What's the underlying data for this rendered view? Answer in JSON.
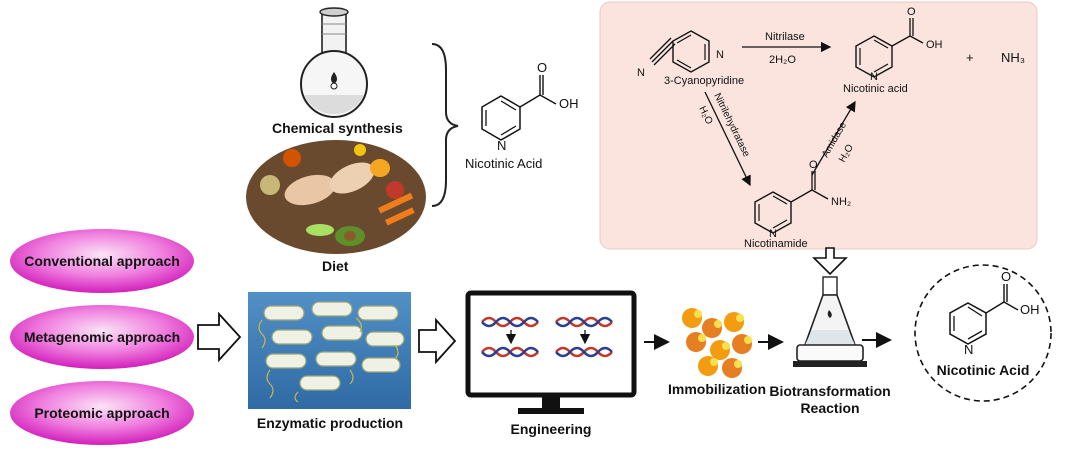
{
  "sources": {
    "chemical_synthesis": "Chemical synthesis",
    "diet": "Diet",
    "product": "Nicotinic Acid",
    "oh": "OH",
    "ring_n": "N"
  },
  "reaction_box": {
    "substrate": "3-Cyanopyridine",
    "nitrile_n": "N",
    "nitrilase": "Nitrilase",
    "nitrilase_cond": "2H₂O",
    "acid": "Nicotinic acid",
    "acid_oh": "OH",
    "plus": "+",
    "ammonia": "NH₃",
    "nitrile_hydratase": "Nitrilehydratase",
    "nh_cond": "H₂O",
    "amidase": "Amidase",
    "amidase_cond": "H₂O",
    "amide": "Nicotinamide",
    "amide_nh2": "NH₂",
    "ring_n": "N"
  },
  "approaches": [
    "Conventional approach",
    "Metagenomic approach",
    "Proteomic approach"
  ],
  "pipeline": {
    "enzymatic": "Enzymatic production",
    "engineering": "Engineering",
    "immobilization": "Immobilization",
    "biotransformation_1": "Biotransformation",
    "biotransformation_2": "Reaction",
    "final_product": "Nicotinic Acid",
    "final_oh": "OH",
    "final_n": "N"
  },
  "colors": {
    "reaction_bg": "#fbe4dd",
    "approach_fill": "#e94fd3",
    "enzyme_panel": "#3f80b9"
  }
}
